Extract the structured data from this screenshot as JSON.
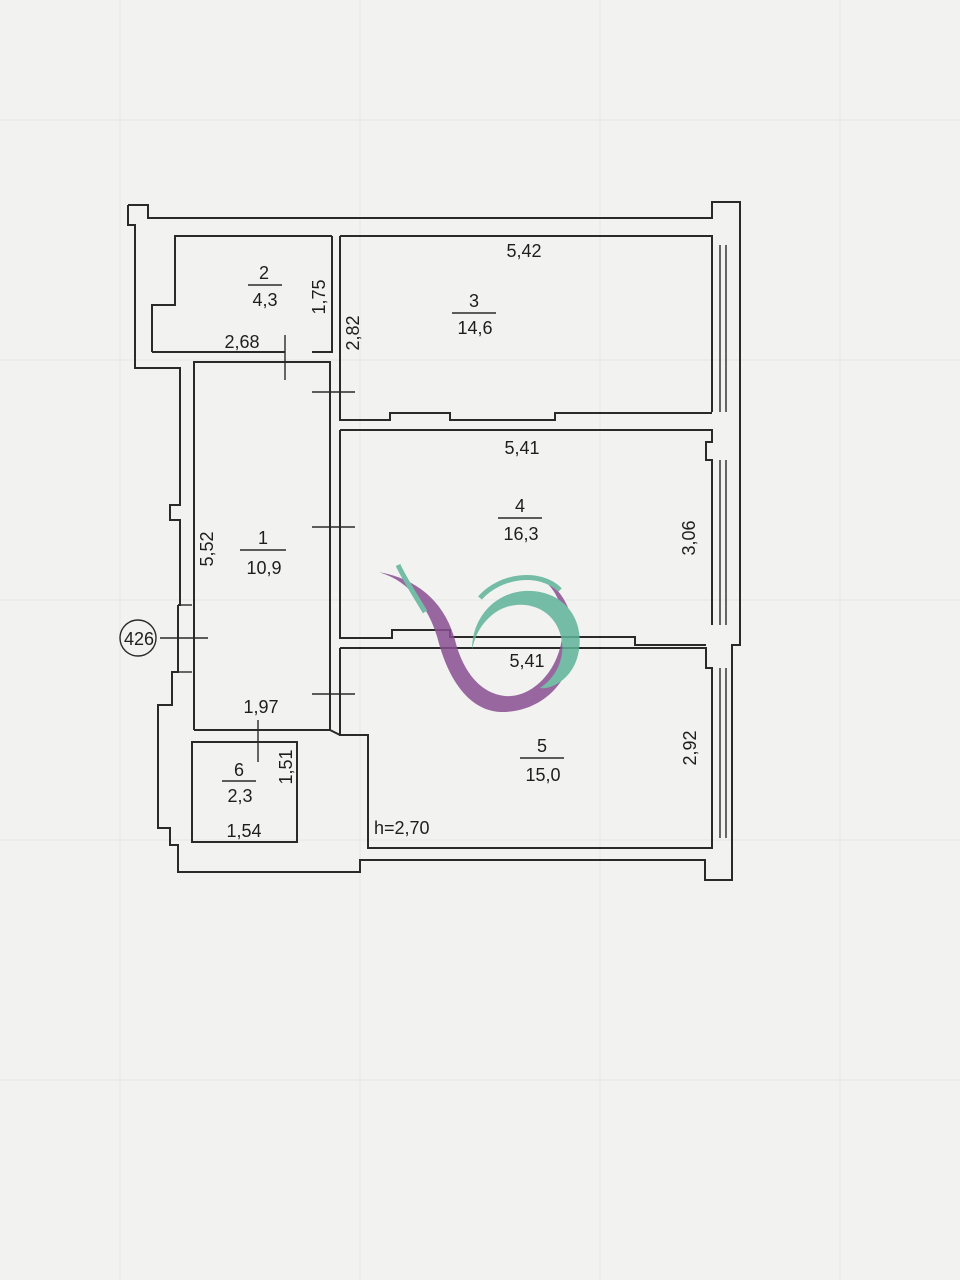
{
  "rooms": [
    {
      "number": "1",
      "area": "10,9"
    },
    {
      "number": "2",
      "area": "4,3"
    },
    {
      "number": "3",
      "area": "14,6"
    },
    {
      "number": "4",
      "area": "16,3"
    },
    {
      "number": "5",
      "area": "15,0"
    },
    {
      "number": "6",
      "area": "2,3"
    }
  ],
  "dimensions": {
    "room1_height": "5,52",
    "room1_bottom": "1,97",
    "room2_width": "2,68",
    "room2_height": "1,75",
    "room3_width": "5,42",
    "room3_height": "2,82",
    "room4_top": "5,41",
    "room4_height": "3,06",
    "room5_top": "5,41",
    "room5_height": "2,92",
    "room6_width": "1,54",
    "room6_height": "1,51"
  },
  "ceiling_height": "h=2,70",
  "axis_marker": "426",
  "watermark": {
    "colors": [
      "#8a4f91",
      "#5fb39a"
    ],
    "icon": "swirl-logo-watermark"
  }
}
